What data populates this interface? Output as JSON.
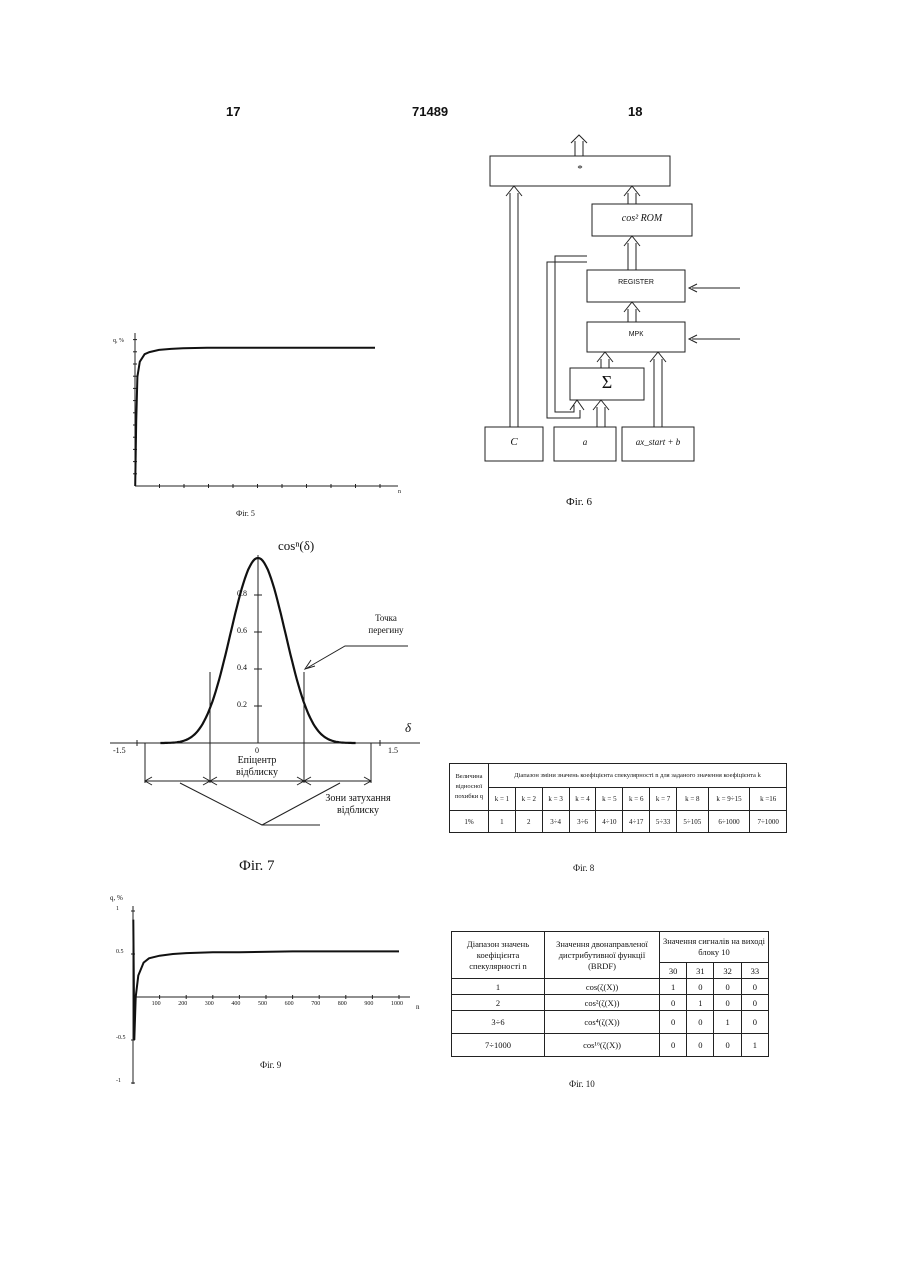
{
  "header": {
    "left_page": "17",
    "doc_number": "71489",
    "right_page": "18"
  },
  "captions": {
    "fig5": "Фіг. 5",
    "fig6": "Фіг. 6",
    "fig7": "Фіг. 7",
    "fig8": "Фіг. 8",
    "fig9": "Фіг. 9",
    "fig10": "Фіг. 10"
  },
  "fig5": {
    "ylabel": "q, %",
    "xlabel": "n"
  },
  "fig6": {
    "mult": "*",
    "rom": "cos² ROM",
    "register": "REGISTER",
    "mpk": "МРК",
    "sum": "Σ",
    "in_c": "C",
    "in_a": "a",
    "in_b": "ax_start + b"
  },
  "fig7": {
    "title": "cosⁿ(δ)",
    "xlabel": "δ",
    "inflection": [
      "Точка",
      "перегину"
    ],
    "epicenter": [
      "Епіцентр",
      "відблиску"
    ],
    "zones": [
      "Зони затухання",
      "відблиску"
    ],
    "yticks": [
      "0.8",
      "0.6",
      "0.4",
      "0.2"
    ],
    "xticks": [
      "-1.5",
      "0",
      "1.5"
    ]
  },
  "fig8": {
    "h1": "Величина відносної похибки q",
    "h2": "Діапазон зміни значень коефіцієнта спекулярності n для заданого значення коефіцієнта k",
    "k_headers": [
      "k = 1",
      "k = 2",
      "k = 3",
      "k = 4",
      "k = 5",
      "k = 6",
      "k = 7",
      "k = 8",
      "k = 9÷15",
      "k =16"
    ],
    "q": "1%",
    "row": [
      "1",
      "2",
      "3÷4",
      "3÷6",
      "4÷10",
      "4÷17",
      "5÷33",
      "5÷105",
      "6÷1000",
      "7÷1000"
    ]
  },
  "chart_data": [
    {
      "type": "line",
      "id": "fig5",
      "xlabel": "n",
      "ylabel": "q, %",
      "series": [
        {
          "x": [
            1,
            5,
            10,
            20,
            40,
            60,
            100,
            150,
            200,
            300,
            400,
            500,
            700,
            1000
          ],
          "y": [
            0,
            6,
            10.2,
            11.6,
            12.3,
            12.5,
            12.7,
            12.8,
            12.85,
            12.9,
            12.9,
            12.9,
            12.9,
            12.9
          ]
        }
      ],
      "xlim": [
        0,
        1000
      ],
      "ylim": [
        0,
        14
      ]
    },
    {
      "type": "line",
      "id": "fig7",
      "title": "cosⁿ(δ)",
      "xlabel": "δ",
      "series": [
        {
          "x": [
            -1.2,
            -1.0,
            -0.8,
            -0.6,
            -0.4,
            -0.2,
            0,
            0.2,
            0.4,
            0.6,
            0.8,
            1.0,
            1.2
          ],
          "y": [
            0.0,
            0.01,
            0.05,
            0.16,
            0.4,
            0.76,
            1.0,
            0.76,
            0.4,
            0.16,
            0.05,
            0.01,
            0.0
          ]
        }
      ],
      "xlim": [
        -1.5,
        1.5
      ],
      "ylim": [
        0,
        1
      ]
    },
    {
      "type": "line",
      "id": "fig9",
      "xlabel": "n",
      "ylabel": "q, %",
      "x_ticks": [
        "100",
        "200",
        "300",
        "400",
        "500",
        "600",
        "700",
        "800",
        "900",
        "1000"
      ],
      "y_ticks": [
        "1",
        "0.5",
        "-0.5",
        "-1"
      ],
      "series": [
        {
          "x": [
            1,
            5,
            10,
            20,
            40,
            60,
            100,
            150,
            200,
            300,
            400,
            600,
            800,
            1000
          ],
          "y": [
            0.9,
            -0.5,
            0.0,
            0.25,
            0.4,
            0.45,
            0.48,
            0.5,
            0.51,
            0.52,
            0.52,
            0.53,
            0.53,
            0.53
          ]
        }
      ],
      "xlim": [
        0,
        1000
      ],
      "ylim": [
        -1,
        1
      ]
    }
  ],
  "fig10": {
    "h1": "Діапазон значень коефіцієнта спекулярності n",
    "h2": "Значення двонаправленої дистрибутивної функції (BRDF)",
    "h3": "Значення сигналів на виході блоку 10",
    "cols": [
      "30",
      "31",
      "32",
      "33"
    ],
    "rows": [
      {
        "range": "1",
        "brdf": "cos(ζ(X))",
        "bits": [
          "1",
          "0",
          "0",
          "0"
        ]
      },
      {
        "range": "2",
        "brdf": "cos²(ζ(X))",
        "bits": [
          "0",
          "1",
          "0",
          "0"
        ]
      },
      {
        "range": "3÷6",
        "brdf": "cos⁴(ζ(X))",
        "bits": [
          "0",
          "0",
          "1",
          "0"
        ]
      },
      {
        "range": "7÷1000",
        "brdf": "cos¹⁶(ζ(X))",
        "bits": [
          "0",
          "0",
          "0",
          "1"
        ]
      }
    ]
  }
}
